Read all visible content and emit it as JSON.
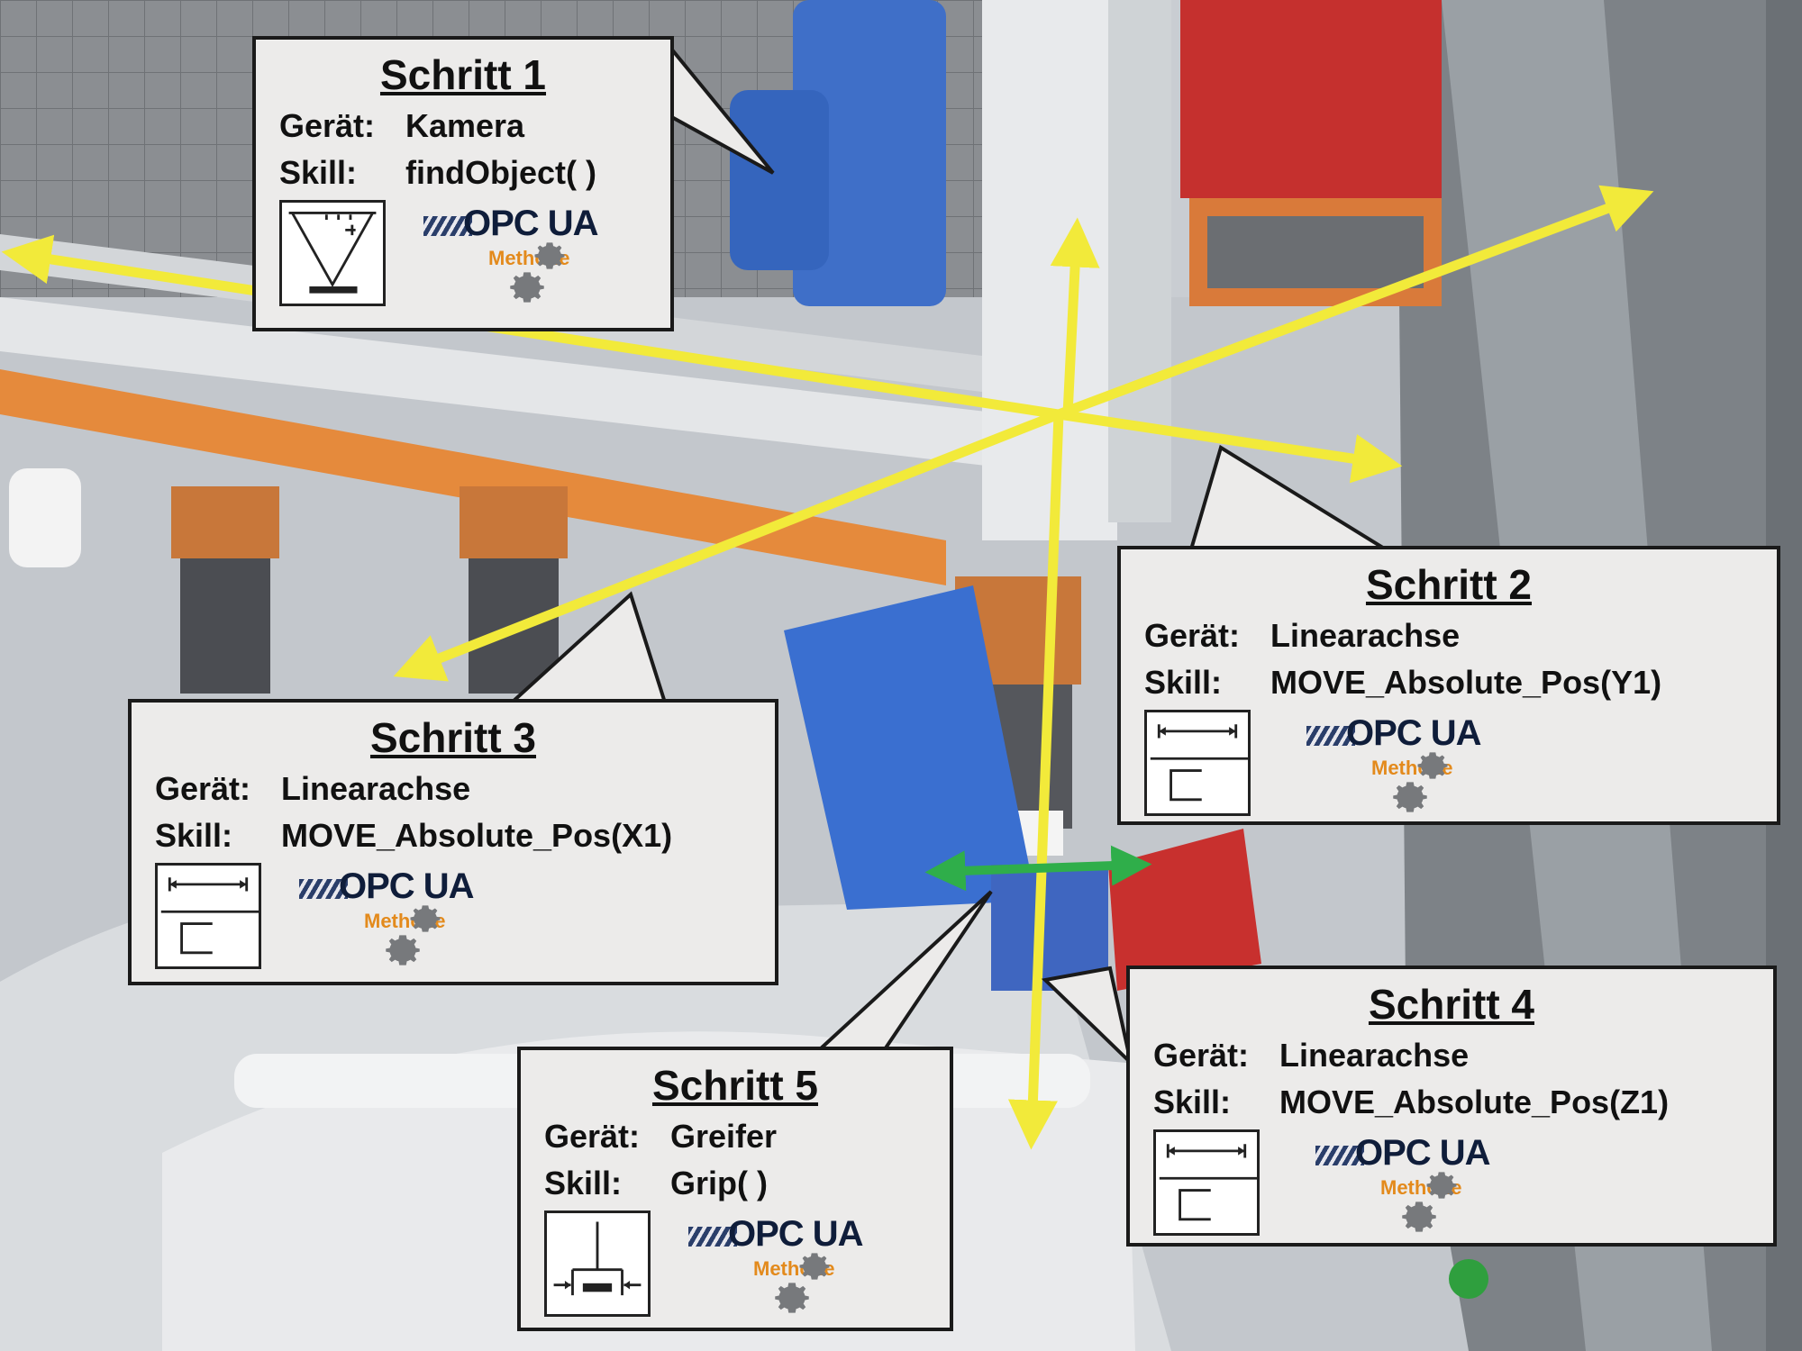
{
  "steps": [
    {
      "title": "Schritt 1",
      "device_label": "Gerät:",
      "device": "Kamera",
      "skill_label": "Skill:",
      "skill": "findObject( )",
      "icon": "camera-icon",
      "logo": "OPC UA",
      "logo_sub": "Methode"
    },
    {
      "title": "Schritt 2",
      "device_label": "Gerät:",
      "device": "Linearachse",
      "skill_label": "Skill:",
      "skill": "MOVE_Absolute_Pos(Y1)",
      "icon": "linear-axis-icon",
      "logo": "OPC UA",
      "logo_sub": "Methode"
    },
    {
      "title": "Schritt 3",
      "device_label": "Gerät:",
      "device": "Linearachse",
      "skill_label": "Skill:",
      "skill": "MOVE_Absolute_Pos(X1)",
      "icon": "linear-axis-icon",
      "logo": "OPC UA",
      "logo_sub": "Methode"
    },
    {
      "title": "Schritt 4",
      "device_label": "Gerät:",
      "device": "Linearachse",
      "skill_label": "Skill:",
      "skill": "MOVE_Absolute_Pos(Z1)",
      "icon": "linear-axis-icon",
      "logo": "OPC UA",
      "logo_sub": "Methode"
    },
    {
      "title": "Schritt 5",
      "device_label": "Gerät:",
      "device": "Greifer",
      "skill_label": "Skill:",
      "skill": "Grip( )",
      "icon": "gripper-icon",
      "logo": "OPC UA",
      "logo_sub": "Methode"
    }
  ],
  "colors": {
    "axis_arrow": "#f2ea3a",
    "gripper_arrow": "#2fae4a",
    "callout_bg": "#ecebea",
    "callout_border": "#1a1a1a",
    "logo_text": "#0f1d3a",
    "logo_sub": "#e38a1c"
  }
}
